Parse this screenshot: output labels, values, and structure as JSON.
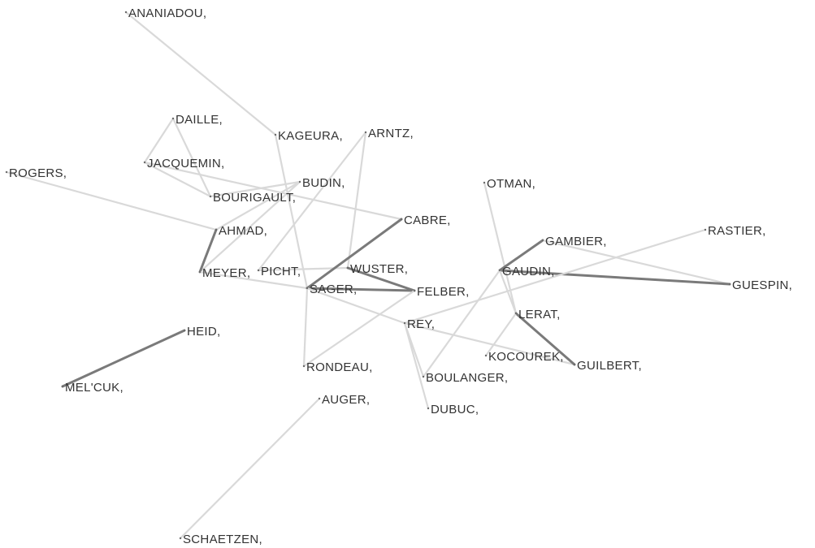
{
  "nodes": [
    {
      "id": "ANANIADOU",
      "label": "ANANIADOU,"
    },
    {
      "id": "DAILLE",
      "label": "DAILLE,"
    },
    {
      "id": "KAGEURA",
      "label": "KAGEURA,"
    },
    {
      "id": "ARNTZ",
      "label": "ARNTZ,"
    },
    {
      "id": "JACQUEMIN",
      "label": "JACQUEMIN,"
    },
    {
      "id": "ROGERS",
      "label": "ROGERS,"
    },
    {
      "id": "BUDIN",
      "label": "BUDIN,"
    },
    {
      "id": "BOURIGAULT",
      "label": "BOURIGAULT,"
    },
    {
      "id": "OTMAN",
      "label": "OTMAN,"
    },
    {
      "id": "CABRE",
      "label": "CABRE,"
    },
    {
      "id": "AHMAD",
      "label": "AHMAD,"
    },
    {
      "id": "RASTIER",
      "label": "RASTIER,"
    },
    {
      "id": "GAMBIER",
      "label": "GAMBIER,"
    },
    {
      "id": "MEYER",
      "label": "MEYER,"
    },
    {
      "id": "PICHT",
      "label": "PICHT,"
    },
    {
      "id": "WUSTER",
      "label": "WUSTER,"
    },
    {
      "id": "GAUDIN",
      "label": "GAUDIN,"
    },
    {
      "id": "GUESPIN",
      "label": "GUESPIN,"
    },
    {
      "id": "SAGER",
      "label": "SAGER,"
    },
    {
      "id": "FELBER",
      "label": "FELBER,"
    },
    {
      "id": "LERAT",
      "label": "LERAT,"
    },
    {
      "id": "REY",
      "label": "REY,"
    },
    {
      "id": "HEID",
      "label": "HEID,"
    },
    {
      "id": "KOCOUREK",
      "label": "KOCOUREK,"
    },
    {
      "id": "GUILBERT",
      "label": "GUILBERT,"
    },
    {
      "id": "RONDEAU",
      "label": "RONDEAU,"
    },
    {
      "id": "BOULANGER",
      "label": "BOULANGER,"
    },
    {
      "id": "MELCUK",
      "label": "MEL'CUK,"
    },
    {
      "id": "AUGER",
      "label": "AUGER,"
    },
    {
      "id": "DUBUC",
      "label": "DUBUC,"
    },
    {
      "id": "SCHAETZEN",
      "label": "SCHAETZEN,"
    }
  ],
  "edges": [
    {
      "source": "ANANIADOU",
      "target": "KAGEURA",
      "strength": "weak"
    },
    {
      "source": "DAILLE",
      "target": "JACQUEMIN",
      "strength": "weak"
    },
    {
      "source": "DAILLE",
      "target": "BOURIGAULT",
      "strength": "weak"
    },
    {
      "source": "JACQUEMIN",
      "target": "BOURIGAULT",
      "strength": "weak"
    },
    {
      "source": "JACQUEMIN",
      "target": "CABRE",
      "strength": "weak"
    },
    {
      "source": "BOURIGAULT",
      "target": "BUDIN",
      "strength": "weak"
    },
    {
      "source": "ROGERS",
      "target": "AHMAD",
      "strength": "weak"
    },
    {
      "source": "KAGEURA",
      "target": "SAGER",
      "strength": "weak"
    },
    {
      "source": "ARNTZ",
      "target": "PICHT",
      "strength": "weak"
    },
    {
      "source": "ARNTZ",
      "target": "WUSTER",
      "strength": "weak"
    },
    {
      "source": "BUDIN",
      "target": "AHMAD",
      "strength": "weak"
    },
    {
      "source": "BUDIN",
      "target": "MEYER",
      "strength": "weak"
    },
    {
      "source": "AHMAD",
      "target": "MEYER",
      "strength": "strong"
    },
    {
      "source": "MEYER",
      "target": "SAGER",
      "strength": "weak"
    },
    {
      "source": "PICHT",
      "target": "WUSTER",
      "strength": "weak"
    },
    {
      "source": "CABRE",
      "target": "SAGER",
      "strength": "strong"
    },
    {
      "source": "WUSTER",
      "target": "FELBER",
      "strength": "strong"
    },
    {
      "source": "SAGER",
      "target": "FELBER",
      "strength": "strong"
    },
    {
      "source": "SAGER",
      "target": "RONDEAU",
      "strength": "weak"
    },
    {
      "source": "SAGER",
      "target": "REY",
      "strength": "weak"
    },
    {
      "source": "FELBER",
      "target": "RONDEAU",
      "strength": "weak"
    },
    {
      "source": "REY",
      "target": "BOULANGER",
      "strength": "weak"
    },
    {
      "source": "REY",
      "target": "DUBUC",
      "strength": "weak"
    },
    {
      "source": "REY",
      "target": "GUILBERT",
      "strength": "weak"
    },
    {
      "source": "OTMAN",
      "target": "LERAT",
      "strength": "weak"
    },
    {
      "source": "GAMBIER",
      "target": "GAUDIN",
      "strength": "strong"
    },
    {
      "source": "GAMBIER",
      "target": "GUESPIN",
      "strength": "weak"
    },
    {
      "source": "GAUDIN",
      "target": "GUESPIN",
      "strength": "strong"
    },
    {
      "source": "GAUDIN",
      "target": "BOULANGER",
      "strength": "weak"
    },
    {
      "source": "GAUDIN",
      "target": "LERAT",
      "strength": "weak"
    },
    {
      "source": "RASTIER",
      "target": "REY",
      "strength": "weak"
    },
    {
      "source": "LERAT",
      "target": "GUILBERT",
      "strength": "strong"
    },
    {
      "source": "LERAT",
      "target": "KOCOUREK",
      "strength": "weak"
    },
    {
      "source": "HEID",
      "target": "MELCUK",
      "strength": "strong"
    },
    {
      "source": "AUGER",
      "target": "SCHAETZEN",
      "strength": "weak"
    }
  ]
}
